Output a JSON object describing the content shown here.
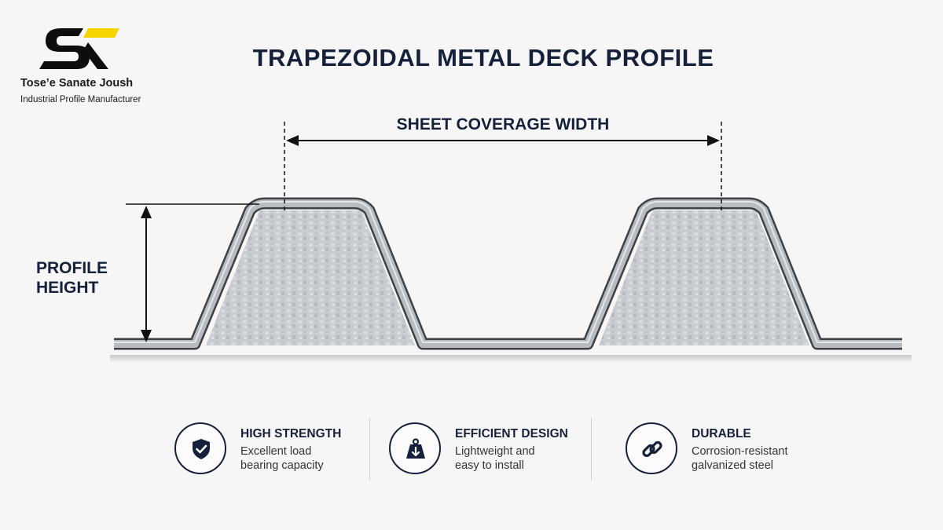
{
  "brand": {
    "name": "Tose’e Sanate Joush",
    "tagline": "Industrial Profile Manufacturer",
    "accent_color": "#f5d400",
    "dark_color": "#0d0d0d"
  },
  "title": "TRAPEZOIDAL METAL DECK PROFILE",
  "diagram": {
    "coverage_label": "SHEET COVERAGE WIDTH",
    "height_label_line1": "PROFILE",
    "height_label_line2": "HEIGHT",
    "metal_color": "#b8bcc0",
    "line_color": "#111111"
  },
  "features": [
    {
      "title": "HIGH STRENGTH",
      "desc_line1": "Excellent load",
      "desc_line2": "bearing capacity",
      "icon": "shield-check-icon"
    },
    {
      "title": "EFFICIENT DESIGN",
      "desc_line1": "Lightweight and",
      "desc_line2": "easy to install",
      "icon": "weight-down-arrow-icon"
    },
    {
      "title": "DURABLE",
      "desc_line1": "Corrosion-resistant",
      "desc_line2": "galvanized steel",
      "icon": "chain-link-icon"
    }
  ]
}
